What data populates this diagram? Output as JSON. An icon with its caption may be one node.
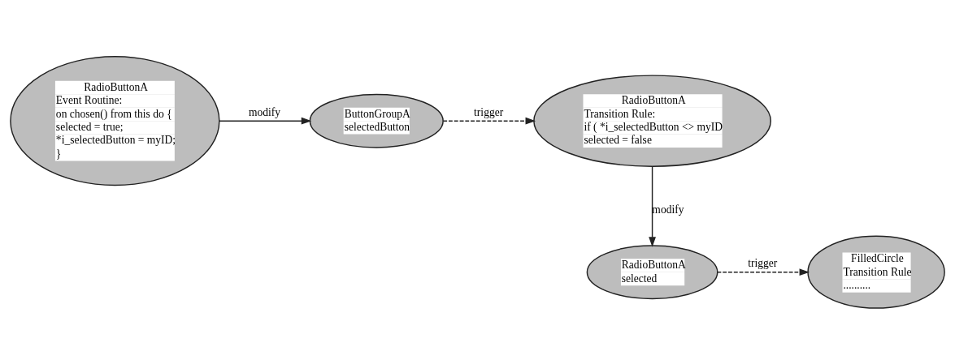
{
  "diagram": {
    "nodes": [
      {
        "text": [
          "RadioButtonA",
          "Event Routine:",
          "on chosen() from this do {",
          "selected = true;",
          "*i_selectedButton = myID;",
          "}"
        ]
      },
      {
        "text": [
          "ButtonGroupA",
          "selectedButton"
        ]
      },
      {
        "text": [
          "RadioButtonA",
          "Transition Rule:",
          "if ( *i_selectedButton <> myID",
          "selected = false"
        ]
      },
      {
        "text": [
          "RadioButtonA",
          "selected"
        ]
      },
      {
        "text": [
          "FilledCircle",
          "Transition Rule",
          ".........."
        ]
      }
    ],
    "edges": [
      {
        "from": 0,
        "to": 1,
        "arrow": "to",
        "label": "modify"
      },
      {
        "from": 1,
        "to": 2,
        "arrow": "to",
        "label": "trigger",
        "style": "dashed"
      },
      {
        "from": 2,
        "to": 3,
        "arrow": "to",
        "label": "modify"
      },
      {
        "from": 3,
        "to": 4,
        "arrow": "to",
        "label": "trigger",
        "style": "dashed"
      }
    ]
  }
}
